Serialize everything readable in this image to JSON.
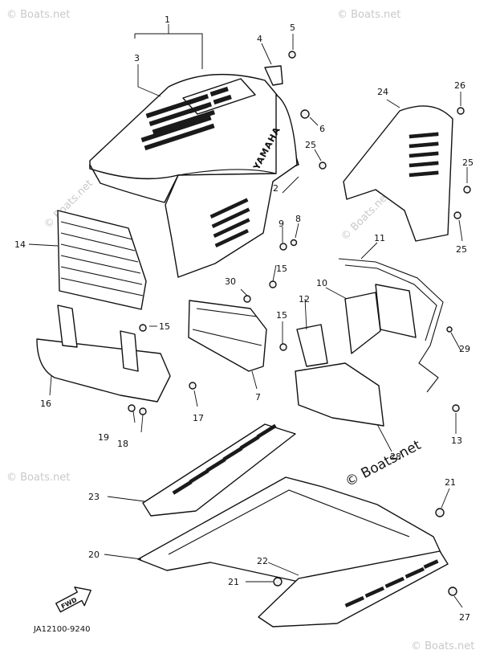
{
  "watermark": {
    "text_small": "© Boats.net",
    "text_large": "© Boats.net"
  },
  "diagram": {
    "code": "JA12100-9240",
    "brand": "YAMAHA",
    "fwd_label": "FWD",
    "callouts": {
      "c1": "1",
      "c2": "2",
      "c3": "3",
      "c4": "4",
      "c5": "5",
      "c6": "6",
      "c7": "7",
      "c8": "8",
      "c9": "9",
      "c10": "10",
      "c11": "11",
      "c12": "12",
      "c13": "13",
      "c14": "14",
      "c15a": "15",
      "c15b": "15",
      "c15c": "15",
      "c16": "16",
      "c17": "17",
      "c18": "18",
      "c19": "19",
      "c20": "20",
      "c21a": "21",
      "c21b": "21",
      "c22": "22",
      "c23": "23",
      "c24": "24",
      "c25a": "25",
      "c25b": "25",
      "c25c": "25",
      "c26": "26",
      "c27": "27",
      "c28": "28",
      "c29": "29",
      "c30": "30"
    }
  }
}
